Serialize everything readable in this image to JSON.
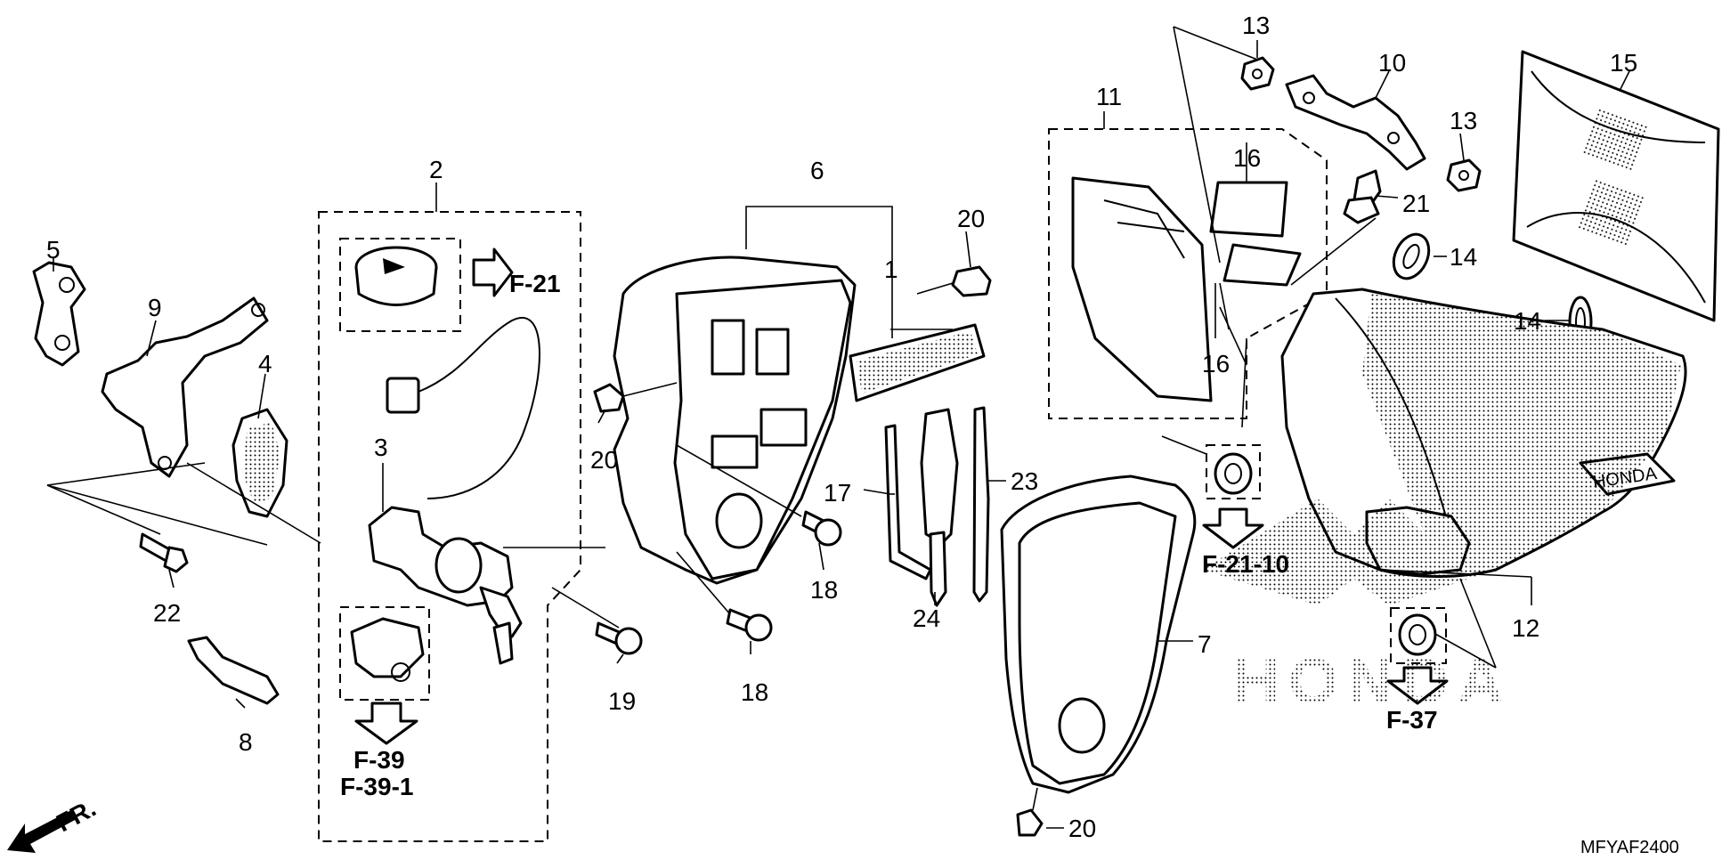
{
  "diagram": {
    "code": "MFYAF2400",
    "watermark": "HONDA",
    "emblem_text": "HONDA",
    "front_label": "FR.",
    "callouts": {
      "c1": "1",
      "c2": "2",
      "c3": "3",
      "c4": "4",
      "c5": "5",
      "c6": "6",
      "c7": "7",
      "c8": "8",
      "c9": "9",
      "c10": "10",
      "c11": "11",
      "c12": "12",
      "c13a": "13",
      "c13b": "13",
      "c14a": "14",
      "c14b": "14",
      "c15": "15",
      "c16a": "16",
      "c16b": "16",
      "c17": "17",
      "c18a": "18",
      "c18b": "18",
      "c19": "19",
      "c20a": "20",
      "c20b": "20",
      "c20c": "20",
      "c21": "21",
      "c22": "22",
      "c23": "23",
      "c24": "24"
    },
    "references": {
      "f21": "F-21",
      "f39": "F-39",
      "f39_1": "F-39-1",
      "f21_10": "F-21-10",
      "f37": "F-37"
    }
  }
}
